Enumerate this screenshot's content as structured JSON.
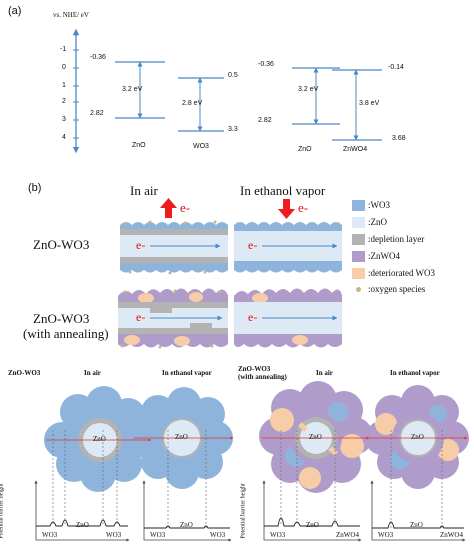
{
  "panel_a": {
    "label": "(a)",
    "axis_title": "vs. NHE/ eV",
    "ticks": [
      "-1",
      "0",
      "1",
      "2",
      "3",
      "4"
    ],
    "diagram1": {
      "zno_cb": "-0.36",
      "zno_vb": "2.82",
      "zno_gap": "3.2 eV",
      "wo3_cb": "0.5",
      "wo3_vb": "3.3",
      "wo3_gap": "2.8 eV",
      "label_zno": "ZnO",
      "label_wo3": "WO3"
    },
    "diagram2": {
      "zno_cb": "-0.36",
      "zno_vb": "2.82",
      "zno_gap": "3.2 eV",
      "znwo4_cb": "-0.14",
      "znwo4_vb": "3.68",
      "znwo4_gap": "3.8 eV",
      "label_zno": "ZnO",
      "label_znwo4": "ZnWO4"
    }
  },
  "panel_b": {
    "label": "(b)",
    "col_air": "In air",
    "col_ethanol": "In ethanol vapor",
    "row1": "ZnO-WO3",
    "row2_line1": "ZnO-WO3",
    "row2_line2": "(with annealing)",
    "electron": "e-",
    "legend": [
      {
        "label": ":WO3",
        "color": "#8fb4dc"
      },
      {
        "label": ":ZnO",
        "color": "#dde9f5"
      },
      {
        "label": ":depletion layer",
        "color": "#b3b3b3"
      },
      {
        "label": ":ZnWO4",
        "color": "#b09ccb"
      },
      {
        "label": ":deteriorated WO3",
        "color": "#f7cda8"
      },
      {
        "label": ":oxygen species",
        "color": "#c7b48f"
      }
    ]
  },
  "panel_c": {
    "left_title": "ZnO-WO3",
    "right_title_line1": "ZnO-WO3",
    "right_title_line2": "(with annealing)",
    "in_air": "In air",
    "in_ethanol": "In ethanol vapor",
    "core_label": "ZnO",
    "y_axis_label": "Potential barrier height",
    "plot1_labels": [
      "WO3",
      "ZnO",
      "WO3"
    ],
    "plot2_labels": [
      "WO3",
      "ZnO",
      "WO3"
    ],
    "plot3_labels": [
      "WO3",
      "ZnO",
      "ZnWO4"
    ],
    "plot4_labels": [
      "WO3",
      "ZnO",
      "ZnWO4"
    ]
  },
  "colors": {
    "wo3": "#8fb4dc",
    "zno": "#dde9f5",
    "depletion": "#b3b3b3",
    "znwo4": "#b09ccb",
    "deteriorated": "#f7cda8",
    "oxygen": "#c7b48f",
    "band_line": "#4a88c7",
    "arrow_red": "#ee1c1c"
  }
}
